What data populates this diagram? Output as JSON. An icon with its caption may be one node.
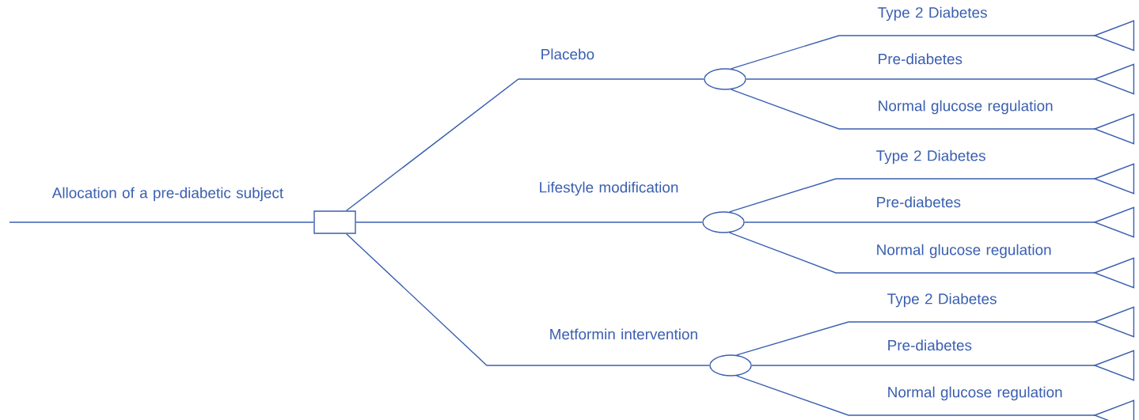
{
  "diagram": {
    "nodes": [
      {
        "text": [],
        "shape": "box"
      },
      {
        "text": [],
        "shape": "circle"
      },
      {
        "text": [],
        "shape": "circle"
      },
      {
        "text": [],
        "shape": "circle"
      },
      {
        "text": [],
        "shape": "triangle"
      },
      {
        "text": [],
        "shape": "triangle"
      },
      {
        "text": [],
        "shape": "triangle"
      },
      {
        "text": [],
        "shape": "triangle"
      },
      {
        "text": [],
        "shape": "triangle"
      },
      {
        "text": [],
        "shape": "triangle"
      },
      {
        "text": [],
        "shape": "triangle"
      },
      {
        "text": [],
        "shape": "triangle"
      },
      {
        "text": [],
        "shape": "triangle"
      }
    ],
    "edges": [
      {
        "from": null,
        "to": 0,
        "arrow": "none",
        "label": "Allocation of a pre-diabetic subject"
      },
      {
        "from": 0,
        "to": 1,
        "arrow": "none",
        "label": "Placebo"
      },
      {
        "from": 0,
        "to": 2,
        "arrow": "none",
        "label": "Lifestyle modification"
      },
      {
        "from": 0,
        "to": 3,
        "arrow": "none",
        "label": "Metformin intervention"
      },
      {
        "from": 1,
        "to": 4,
        "arrow": "none",
        "label": "Type 2 Diabetes"
      },
      {
        "from": 1,
        "to": 5,
        "arrow": "none",
        "label": "Pre-diabetes"
      },
      {
        "from": 1,
        "to": 6,
        "arrow": "none",
        "label": "Normal glucose regulation"
      },
      {
        "from": 2,
        "to": 7,
        "arrow": "none",
        "label": "Type 2 Diabetes"
      },
      {
        "from": 2,
        "to": 8,
        "arrow": "none",
        "label": "Pre-diabetes"
      },
      {
        "from": 2,
        "to": 9,
        "arrow": "none",
        "label": "Normal glucose regulation"
      },
      {
        "from": 3,
        "to": 10,
        "arrow": "none",
        "label": "Type 2 Diabetes"
      },
      {
        "from": 3,
        "to": 11,
        "arrow": "none",
        "label": "Pre-diabetes"
      },
      {
        "from": 3,
        "to": 12,
        "arrow": "none",
        "label": "Normal glucose regulation"
      }
    ]
  }
}
